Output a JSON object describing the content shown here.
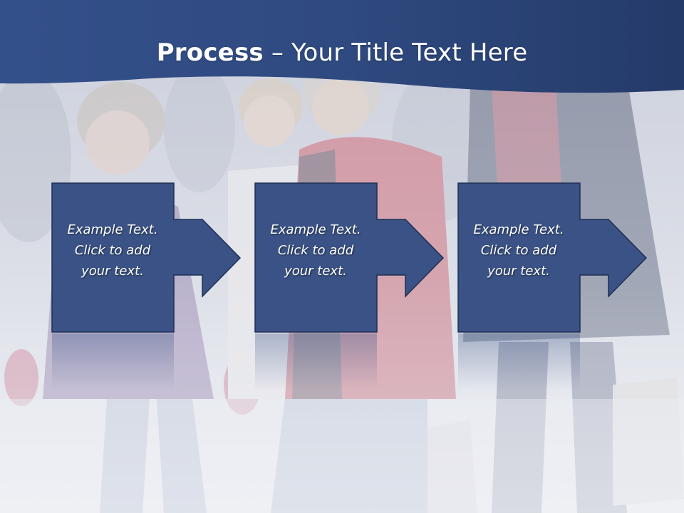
{
  "slide": {
    "title_bold": "Process",
    "title_rest": " – Your Title Text Here"
  },
  "steps": [
    {
      "text": "Example Text.\nClick  to add\nyour text."
    },
    {
      "text": "Example Text.\nClick  to add\nyour text."
    },
    {
      "text": "Example Text.\nClick  to add\nyour text."
    }
  ],
  "colors": {
    "header": "#2f4a80",
    "box_fill": "#3a5285",
    "box_border": "#1e2f55",
    "background_overlay": "#dfe2ea"
  }
}
